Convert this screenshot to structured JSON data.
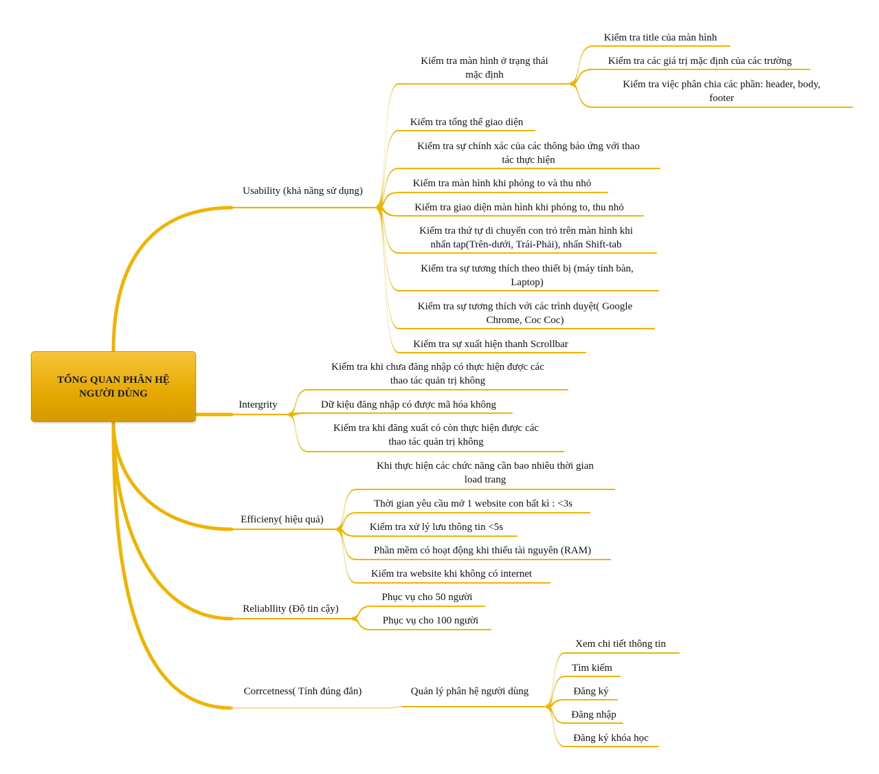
{
  "root": {
    "label": "TỔNG QUAN PHÂN HỆ\nNGƯỜI DÙNG"
  },
  "branch_color": "#f0b400",
  "faint_branch_color": "#f5d8a0",
  "usability": {
    "label": "Usability (khả năng sử dụng)",
    "default_screen": {
      "label": "Kiểm tra màn hình ở trạng thái\nmặc định",
      "items": [
        "Kiểm tra title của màn hình",
        "Kiểm tra các giá trị mặc định của các trường",
        "Kiểm tra việc phân chia các phần: header, body,\nfooter"
      ]
    },
    "items": [
      "Kiểm tra tổng thể giao diện",
      "Kiểm tra sự chính xác của các thông báo ứng với thao\ntác thực hiện",
      "Kiểm tra màn hình khi phóng to và thu nhỏ",
      "Kiểm tra giao diện màn hình khi phóng to, thu nhỏ",
      "Kiểm tra thứ tự di chuyển con trỏ trên màn hình khi\nnhấn tap(Trên-dưới, Trái-Phải), nhấn Shift-tab",
      "Kiểm tra sự tương thích theo thiết bị (máy tính bàn,\nLaptop)",
      "Kiểm tra sự tương thích với các trình duyệt( Google\nChrome, Coc Coc)",
      "Kiểm tra sự xuất hiện thanh Scrollbar"
    ]
  },
  "integrity": {
    "label": "Intergrity",
    "items": [
      "Kiểm tra khi chưa đăng nhập có thực hiện được các\nthao tác quản trị không",
      "Dữ kiệu đăng nhập có được mã hóa không",
      "Kiểm tra khi đăng xuất có còn thực hiện được các\nthao tác quản trị không"
    ]
  },
  "efficiency": {
    "label": "Efficieny( hiệu quả)",
    "items": [
      "Khi thực hiện các chức năng cần bao nhiêu thời gian\nload trang",
      "Thời gian yêu cầu mở 1 website con bất kì : <3s",
      "Kiểm tra xử lý lưu thông tin <5s",
      "Phần mềm có hoạt động khi thiếu tài nguyên (RAM)",
      "Kiểm tra website khi không có internet"
    ]
  },
  "reliability": {
    "label": "Reliabllity (Độ tin cậy)",
    "items": [
      "Phục vụ cho 50 người",
      "Phục vụ cho 100 người"
    ]
  },
  "correctness": {
    "label": "Corrcetness( Tính đúng đắn)",
    "manage": {
      "label": "Quản lý phân hệ người dùng",
      "items": [
        "Xem chi tiết thông tin",
        "Tìm kiếm",
        "Đăng ký",
        "Đăng nhập",
        "Đăng ký khóa học"
      ]
    }
  }
}
